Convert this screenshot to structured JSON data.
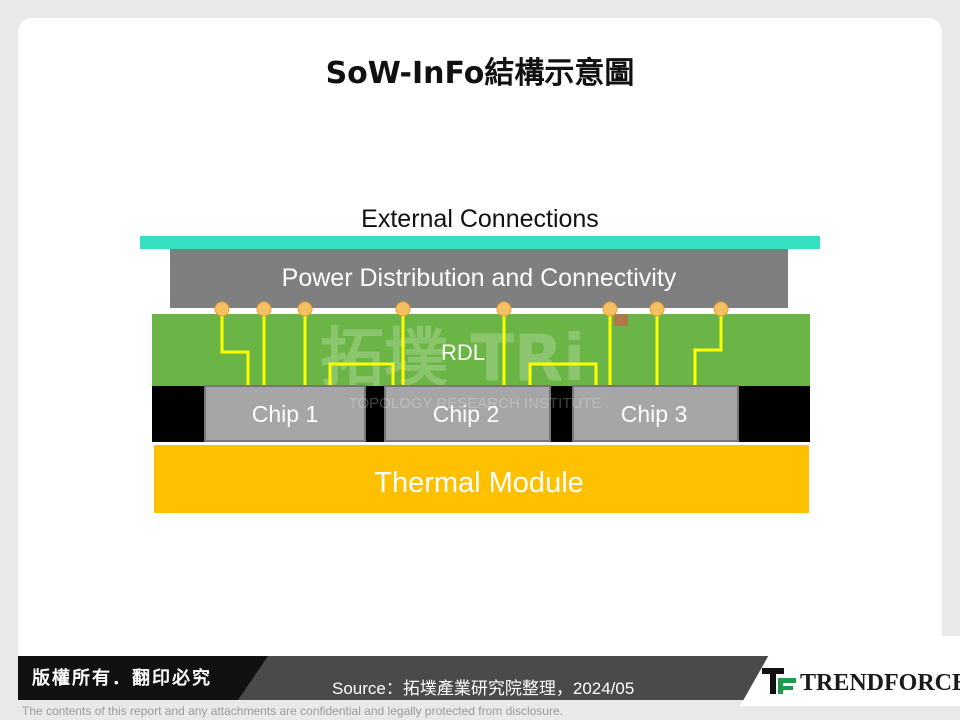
{
  "title": "SoW-InFo結構示意圖",
  "diagram": {
    "external_connections": "External Connections",
    "power_distribution": "Power Distribution and Connectivity",
    "rdl": "RDL",
    "chips": [
      "Chip 1",
      "Chip 2",
      "Chip 3"
    ],
    "thermal_module": "Thermal Module",
    "watermark": "TOPOLOGY RESEARCH INSTITUTE",
    "colors": {
      "external_bar": "#33e0c0",
      "power": "#7f7f7f",
      "rdl": "#6ab545",
      "chip": "#a6a6a6",
      "thermal": "#ffc000",
      "wire": "#ffff00",
      "bump": "#f5c064"
    }
  },
  "footer": {
    "copyright": "版權所有．翻印必究",
    "source": "Source：拓墣產業研究院整理，2024/05",
    "brand": "TRENDFORCE",
    "disclaimer": "The contents of this report and any attachments are confidential and legally protected from disclosure."
  }
}
